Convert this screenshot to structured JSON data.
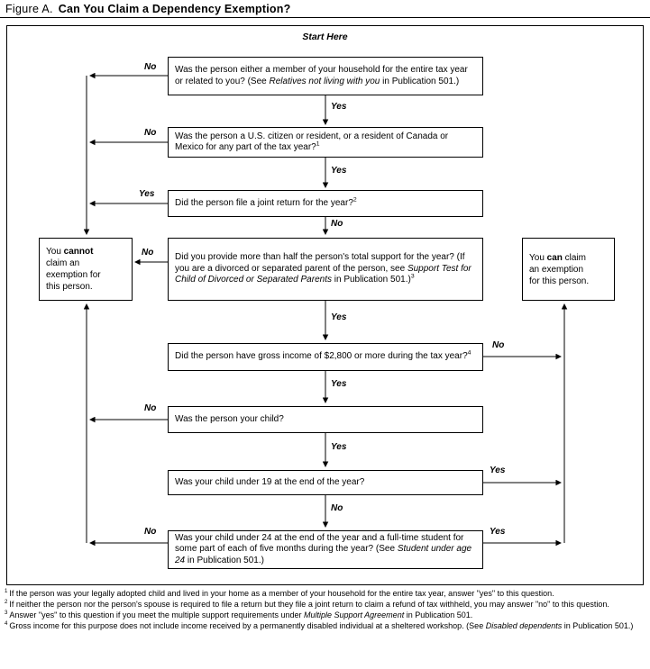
{
  "title": {
    "figure_label": "Figure A.",
    "heading": "Can You Claim a Dependency Exemption?"
  },
  "flowchart": {
    "start_label": "Start Here",
    "questions": [
      {
        "id": "household-or-related",
        "parts": [
          {
            "t": "Was the person either a member of your household for the entire tax year or related to you? (See "
          },
          {
            "t": "Relatives not living with you",
            "i": 1
          },
          {
            "t": " in Publication 501.)"
          }
        ],
        "labels": {
          "left": "No",
          "down": "Yes"
        },
        "no_leads_to": "cannot-claim",
        "yes_leads_to": "citizen-or-resident"
      },
      {
        "id": "citizen-or-resident",
        "parts": [
          {
            "t": "Was the person a U.S. citizen or resident, or a resident of Canada or Mexico for any part of the tax year?"
          },
          {
            "t": "1",
            "sup": 1
          }
        ],
        "labels": {
          "left": "No",
          "down": "Yes"
        },
        "no_leads_to": "cannot-claim",
        "yes_leads_to": "joint-return"
      },
      {
        "id": "joint-return",
        "parts": [
          {
            "t": "Did the person file a joint return for the year?"
          },
          {
            "t": "2",
            "sup": 1
          }
        ],
        "labels": {
          "left": "Yes",
          "down": "No"
        },
        "yes_leads_to": "cannot-claim",
        "no_leads_to": "half-support"
      },
      {
        "id": "half-support",
        "parts": [
          {
            "t": "Did you provide more than half the person's total support for the year? (If you are a divorced or separated parent of the person, see "
          },
          {
            "t": "Support Test for Child of Divorced or Separated Parents",
            "i": 1
          },
          {
            "t": " in Publication 501.)"
          },
          {
            "t": "3",
            "sup": 1
          }
        ],
        "labels": {
          "left": "No",
          "down": "Yes"
        },
        "no_leads_to": "cannot-claim",
        "yes_leads_to": "gross-income"
      },
      {
        "id": "gross-income",
        "parts": [
          {
            "t": "Did the person have gross income of $2,800 or more during the tax year?"
          },
          {
            "t": "4",
            "sup": 1
          }
        ],
        "labels": {
          "right": "No",
          "down": "Yes"
        },
        "no_leads_to": "can-claim",
        "yes_leads_to": "your-child"
      },
      {
        "id": "your-child",
        "parts": [
          {
            "t": "Was the person your child?"
          }
        ],
        "labels": {
          "left": "No",
          "down": "Yes"
        },
        "no_leads_to": "cannot-claim",
        "yes_leads_to": "under-19"
      },
      {
        "id": "under-19",
        "parts": [
          {
            "t": "Was your child under 19 at the end of the year?"
          }
        ],
        "labels": {
          "right": "Yes",
          "down": "No"
        },
        "yes_leads_to": "can-claim",
        "no_leads_to": "under-24-student"
      },
      {
        "id": "under-24-student",
        "parts": [
          {
            "t": "Was your child under 24 at the end of the year and a full-time student for some part of each of five months during the year? (See "
          },
          {
            "t": "Student under age 24",
            "i": 1
          },
          {
            "t": " in Publication 501.)"
          }
        ],
        "labels": {
          "left": "No",
          "right": "Yes"
        },
        "no_leads_to": "cannot-claim",
        "yes_leads_to": "can-claim"
      }
    ],
    "outcomes": {
      "cannot": {
        "id": "cannot-claim",
        "parts": [
          {
            "t": "You "
          },
          {
            "t": "cannot",
            "b": 1
          },
          {
            "br": 1
          },
          {
            "t": "claim an"
          },
          {
            "br": 1
          },
          {
            "t": "exemption for"
          },
          {
            "br": 1
          },
          {
            "t": "this person."
          }
        ]
      },
      "can": {
        "id": "can-claim",
        "parts": [
          {
            "t": "You "
          },
          {
            "t": "can",
            "b": 1
          },
          {
            "t": " claim"
          },
          {
            "br": 1
          },
          {
            "t": "an exemption"
          },
          {
            "br": 1
          },
          {
            "t": "for this person."
          }
        ]
      }
    }
  },
  "footnotes": [
    {
      "num": "1",
      "parts": [
        {
          "t": "If the person was your legally adopted child and lived in your home as a member of your household for the entire tax year, answer \"yes\" to this question."
        }
      ]
    },
    {
      "num": "2",
      "parts": [
        {
          "t": "If neither the person nor the person's spouse is required to file a return but they file a joint return to claim a refund of tax withheld, you may answer \"no\" to this question."
        }
      ]
    },
    {
      "num": "3",
      "parts": [
        {
          "t": "Answer \"yes\" to this question if you meet the multiple support requirements under "
        },
        {
          "t": "Multiple Support Agreement",
          "i": 1
        },
        {
          "t": " in Publication 501."
        }
      ]
    },
    {
      "num": "4",
      "parts": [
        {
          "t": "Gross income for this purpose does not include income received by a permanently disabled individual at a sheltered workshop. (See "
        },
        {
          "t": "Disabled dependents",
          "i": 1
        },
        {
          "t": " in Publication 501.)"
        }
      ]
    }
  ]
}
